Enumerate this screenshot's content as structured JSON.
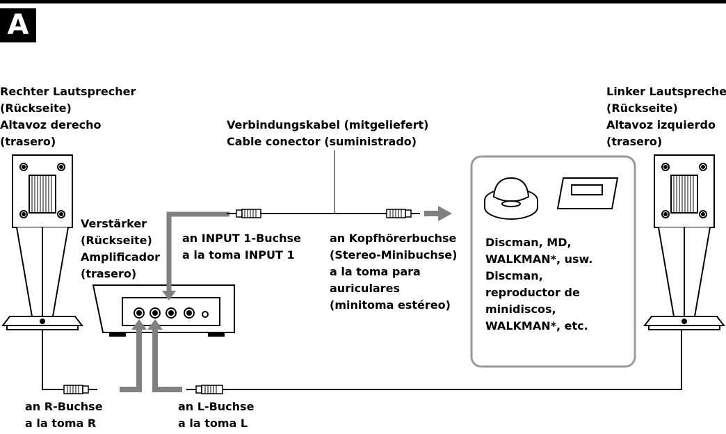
{
  "figure_letter": "A",
  "labels": {
    "right_speaker": "Rechter Lautsprecher\n(Rückseite)\nAltavoz derecho\n(trasero)",
    "left_speaker": "Linker Lautsprecher\n(Rückseite)\nAltavoz izquierdo\n(trasero)",
    "cable": "Verbindungskabel (mitgeliefert)\nCable conector (suministrado)",
    "amplifier": "Verstärker\n(Rückseite)\nAmplificador\n(trasero)",
    "input1": "an INPUT 1-Buchse\na la toma INPUT 1",
    "headphone": "an Kopfhörerbuchse\n(Stereo-Minibuchse)\na la toma para\nauriculares\n(minitoma estéreo)",
    "devices": "Discman, MD,\nWALKMAN*, usw.\nDiscman,\nreproductor de\nminidiscos,\nWALKMAN*, etc.",
    "r_jack": "an R-Buchse\na la toma R",
    "l_jack": "an L-Buchse\na la toma L"
  },
  "colors": {
    "ink": "#000000",
    "arrow": "#808080",
    "frame": "#9a9a9a",
    "speaker_fill": "#ffffff"
  }
}
